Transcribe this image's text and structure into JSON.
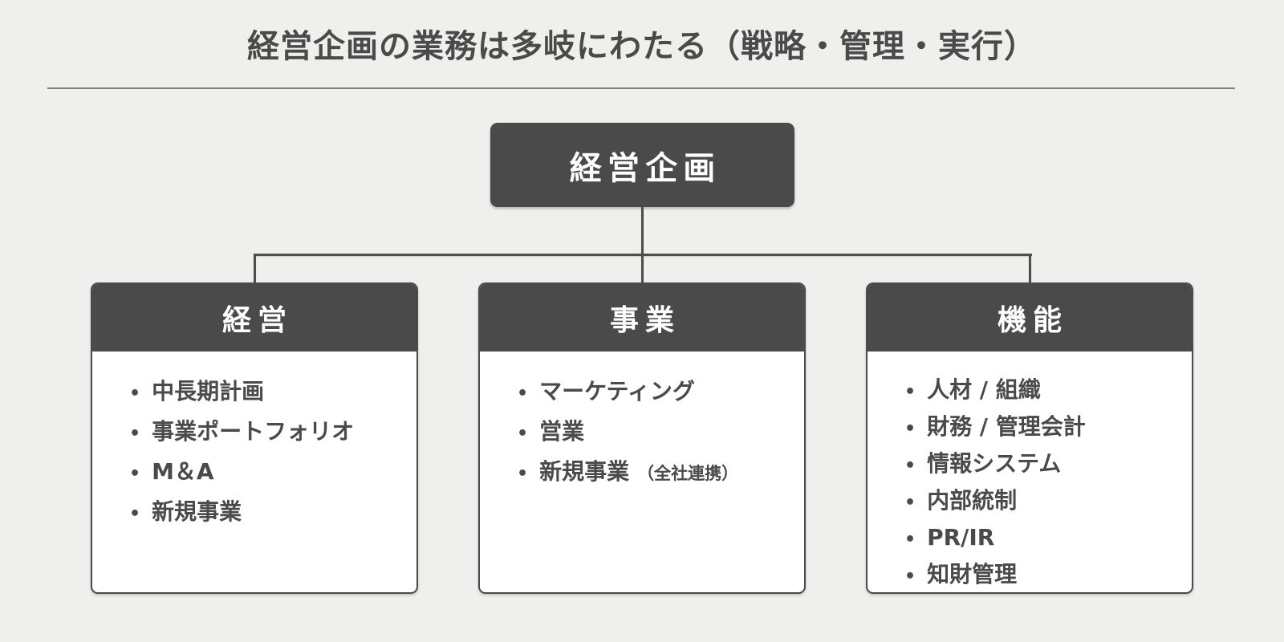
{
  "title": "経営企画の業務は多岐にわたる（戦略・管理・実行）",
  "bullet": "•",
  "root": {
    "label": "経営企画"
  },
  "columns": [
    {
      "header": "経営",
      "items": [
        {
          "text": "中長期計画"
        },
        {
          "text": "事業ポートフォリオ"
        },
        {
          "text": "M＆A"
        },
        {
          "text": "新規事業"
        }
      ]
    },
    {
      "header": "事業",
      "items": [
        {
          "text": "マーケティング"
        },
        {
          "text": "営業"
        },
        {
          "text": "新規事業",
          "note": "（全社連携）"
        }
      ]
    },
    {
      "header": "機能",
      "items": [
        {
          "text": "人材 / 組織"
        },
        {
          "text": "財務 / 管理会計"
        },
        {
          "text": "情報システム"
        },
        {
          "text": "内部統制"
        },
        {
          "text": "PR/IR"
        },
        {
          "text": "知財管理"
        }
      ]
    }
  ],
  "colors": {
    "background": "#efefed",
    "box_dark": "#4a4a4a",
    "box_body": "#ffffff",
    "text": "#4a4a4a",
    "divider": "#7d7d7d"
  }
}
